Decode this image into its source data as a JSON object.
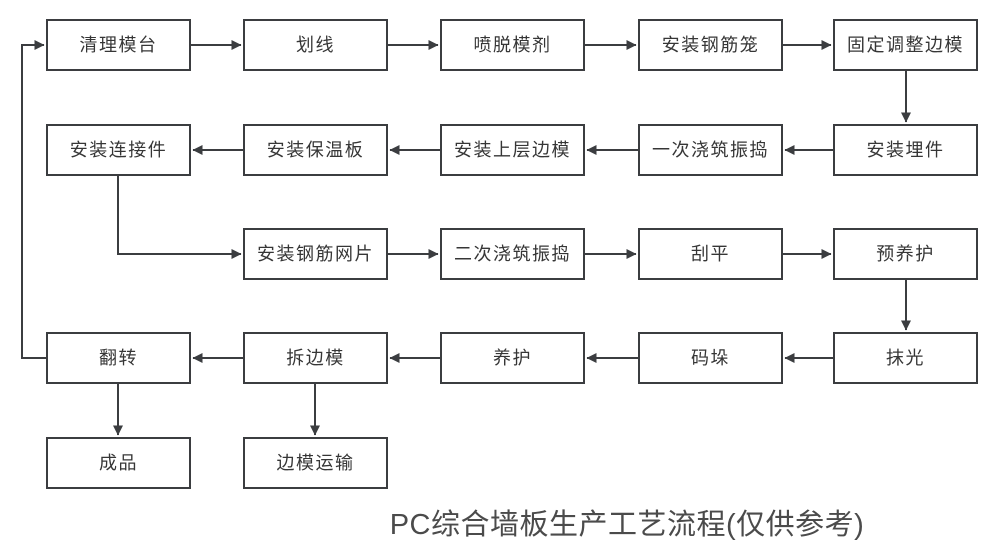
{
  "title": "PC综合墙板生产工艺流程(仅供参考)",
  "palette": {
    "background": "#ffffff",
    "box_fill": "#ffffff",
    "box_border": "#3b3d40",
    "connector": "#3b3d40",
    "box_text": "#363636",
    "title_text": "#4b4b4b"
  },
  "diagram": {
    "type": "flowchart",
    "nodes": [
      {
        "id": "qingli-motai",
        "label": "清理模台"
      },
      {
        "id": "huaxian",
        "label": "划线"
      },
      {
        "id": "pen-tuomoji",
        "label": "喷脱模剂"
      },
      {
        "id": "anzhuang-gangjinlong",
        "label": "安装钢筋笼"
      },
      {
        "id": "guding-tiaozheng-bianmo",
        "label": "固定调整边模"
      },
      {
        "id": "anzhuang-lianjiejian",
        "label": "安装连接件"
      },
      {
        "id": "anzhuang-baowenban",
        "label": "安装保温板"
      },
      {
        "id": "anzhuang-shangceng-bianmo",
        "label": "安装上层边模"
      },
      {
        "id": "yici-jiaozhu-zhendao",
        "label": "一次浇筑振捣"
      },
      {
        "id": "anzhuang-maijian",
        "label": "安装埋件"
      },
      {
        "id": "anzhuang-gangjin-wangpian",
        "label": "安装钢筋网片"
      },
      {
        "id": "erci-jiaozhu-zhendao",
        "label": "二次浇筑振捣"
      },
      {
        "id": "guaping",
        "label": "刮平"
      },
      {
        "id": "yu-yanghu",
        "label": "预养护"
      },
      {
        "id": "fanzhuan",
        "label": "翻转"
      },
      {
        "id": "chai-bianmo",
        "label": "拆边模"
      },
      {
        "id": "yanghu",
        "label": "养护"
      },
      {
        "id": "maduo",
        "label": "码垛"
      },
      {
        "id": "moguang",
        "label": "抹光"
      },
      {
        "id": "chengpin",
        "label": "成品"
      },
      {
        "id": "bianmo-yunshu",
        "label": "边模运输"
      }
    ],
    "edges": [
      {
        "from": "qingli-motai",
        "to": "huaxian"
      },
      {
        "from": "huaxian",
        "to": "pen-tuomoji"
      },
      {
        "from": "pen-tuomoji",
        "to": "anzhuang-gangjinlong"
      },
      {
        "from": "anzhuang-gangjinlong",
        "to": "guding-tiaozheng-bianmo"
      },
      {
        "from": "guding-tiaozheng-bianmo",
        "to": "anzhuang-maijian"
      },
      {
        "from": "anzhuang-maijian",
        "to": "yici-jiaozhu-zhendao"
      },
      {
        "from": "yici-jiaozhu-zhendao",
        "to": "anzhuang-shangceng-bianmo"
      },
      {
        "from": "anzhuang-shangceng-bianmo",
        "to": "anzhuang-baowenban"
      },
      {
        "from": "anzhuang-baowenban",
        "to": "anzhuang-lianjiejian"
      },
      {
        "from": "anzhuang-lianjiejian",
        "to": "anzhuang-gangjin-wangpian"
      },
      {
        "from": "anzhuang-gangjin-wangpian",
        "to": "erci-jiaozhu-zhendao"
      },
      {
        "from": "erci-jiaozhu-zhendao",
        "to": "guaping"
      },
      {
        "from": "guaping",
        "to": "yu-yanghu"
      },
      {
        "from": "yu-yanghu",
        "to": "moguang"
      },
      {
        "from": "moguang",
        "to": "maduo"
      },
      {
        "from": "maduo",
        "to": "yanghu"
      },
      {
        "from": "yanghu",
        "to": "chai-bianmo"
      },
      {
        "from": "chai-bianmo",
        "to": "fanzhuan"
      },
      {
        "from": "fanzhuan",
        "to": "qingli-motai"
      },
      {
        "from": "fanzhuan",
        "to": "chengpin"
      },
      {
        "from": "chai-bianmo",
        "to": "bianmo-yunshu"
      }
    ]
  }
}
